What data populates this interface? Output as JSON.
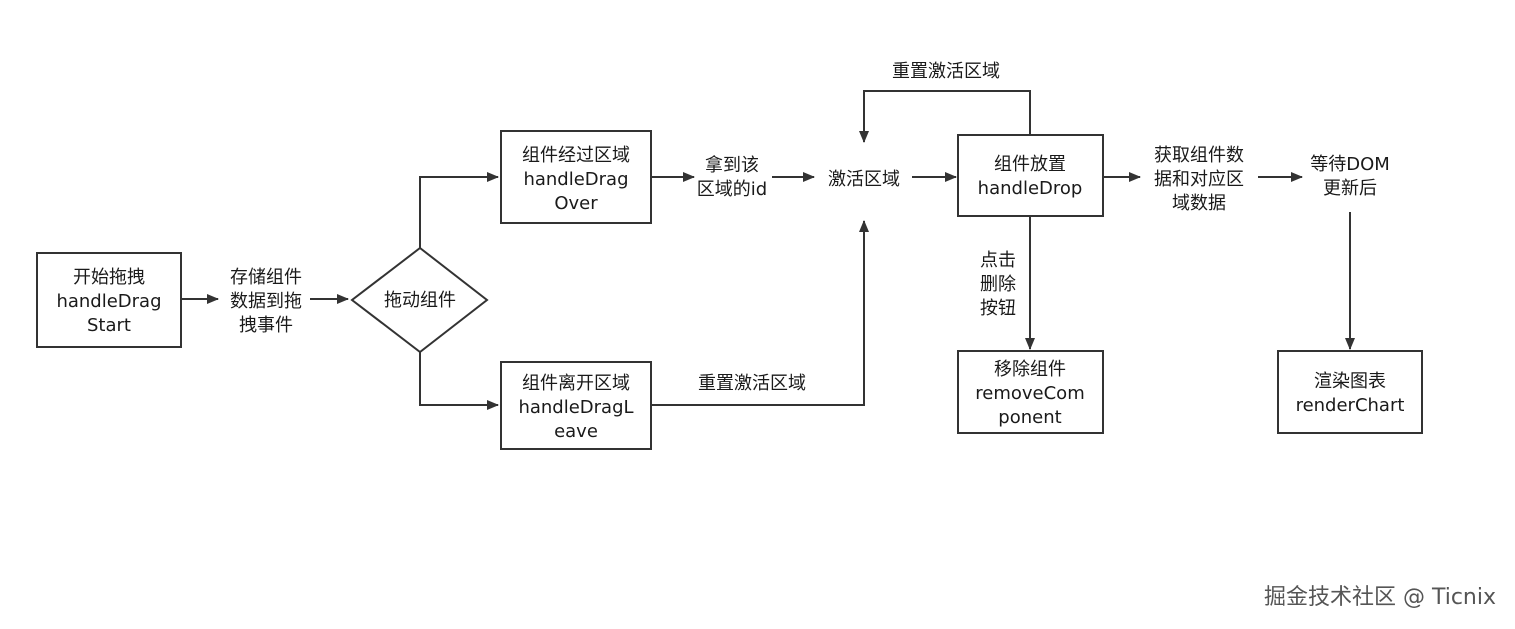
{
  "nodes": {
    "start": {
      "shape": "box",
      "lines": [
        "开始拖拽",
        "handleDrag",
        "Start"
      ]
    },
    "store": {
      "shape": "text",
      "lines": [
        "存储组件",
        "数据到拖",
        "拽事件"
      ]
    },
    "drag": {
      "shape": "diamond",
      "lines": [
        "拖动组件"
      ]
    },
    "over": {
      "shape": "box",
      "lines": [
        "组件经过区域",
        "handleDrag",
        "Over"
      ]
    },
    "leave": {
      "shape": "box",
      "lines": [
        "组件离开区域",
        "handleDragL",
        "eave"
      ]
    },
    "getid": {
      "shape": "text",
      "lines": [
        "拿到该",
        "区域的id"
      ]
    },
    "activate": {
      "shape": "text",
      "lines": [
        "激活区域"
      ]
    },
    "drop": {
      "shape": "box",
      "lines": [
        "组件放置",
        "handleDrop"
      ]
    },
    "getdata": {
      "shape": "text",
      "lines": [
        "获取组件数",
        "据和对应区",
        "域数据"
      ]
    },
    "wait": {
      "shape": "text",
      "lines": [
        "等待DOM",
        "更新后"
      ]
    },
    "remove": {
      "shape": "box",
      "lines": [
        "移除组件",
        "removeCom",
        "ponent"
      ]
    },
    "render": {
      "shape": "box",
      "lines": [
        "渲染图表",
        "renderChart"
      ]
    }
  },
  "edges": [
    {
      "from": "start",
      "to": "store"
    },
    {
      "from": "store",
      "to": "drag"
    },
    {
      "from": "drag",
      "to": "over"
    },
    {
      "from": "drag",
      "to": "leave"
    },
    {
      "from": "over",
      "to": "getid"
    },
    {
      "from": "getid",
      "to": "activate"
    },
    {
      "from": "leave",
      "to": "activate",
      "label": "leave_label"
    },
    {
      "from": "activate",
      "to": "drop"
    },
    {
      "from": "drop",
      "to": "activate",
      "label": "loop_label"
    },
    {
      "from": "drop",
      "to": "getdata"
    },
    {
      "from": "drop",
      "to": "remove",
      "label": "click_label"
    },
    {
      "from": "getdata",
      "to": "wait"
    },
    {
      "from": "wait",
      "to": "render"
    }
  ],
  "edge_labels": {
    "loop_label": [
      "重置激活区域"
    ],
    "leave_label": [
      "重置激活区域"
    ],
    "click_label": [
      "点击",
      "删除",
      "按钮"
    ]
  },
  "watermark": "掘金技术社区 @ Ticnix",
  "colors": {
    "stroke": "#333333",
    "text": "#1a1a1a",
    "watermark": "#555555",
    "background": "#ffffff"
  }
}
